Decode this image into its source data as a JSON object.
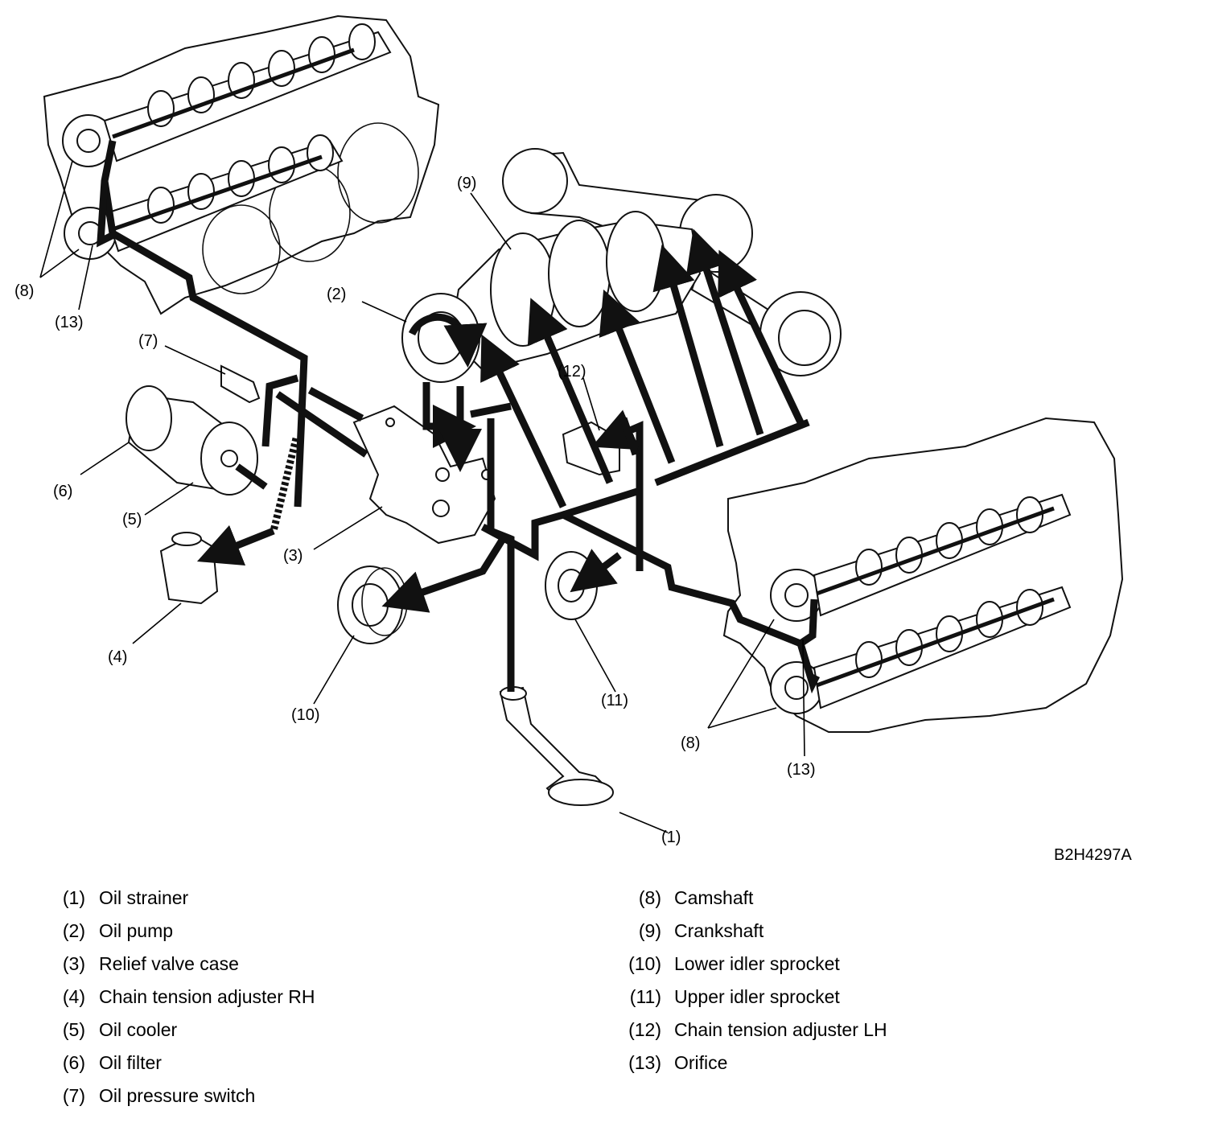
{
  "figure_code": "B2H4297A",
  "callouts": {
    "c1": "(1)",
    "c2": "(2)",
    "c3": "(3)",
    "c4": "(4)",
    "c5": "(5)",
    "c6": "(6)",
    "c7": "(7)",
    "c8_left": "(8)",
    "c8_right": "(8)",
    "c9": "(9)",
    "c10": "(10)",
    "c11": "(11)",
    "c12": "(12)",
    "c13_left": "(13)",
    "c13_right": "(13)"
  },
  "legend": {
    "left": [
      {
        "num": "(1)",
        "label": "Oil strainer"
      },
      {
        "num": "(2)",
        "label": "Oil pump"
      },
      {
        "num": "(3)",
        "label": "Relief valve case"
      },
      {
        "num": "(4)",
        "label": "Chain tension adjuster RH"
      },
      {
        "num": "(5)",
        "label": "Oil cooler"
      },
      {
        "num": "(6)",
        "label": "Oil filter"
      },
      {
        "num": "(7)",
        "label": "Oil pressure switch"
      }
    ],
    "right": [
      {
        "num": "(8)",
        "label": "Camshaft"
      },
      {
        "num": "(9)",
        "label": "Crankshaft"
      },
      {
        "num": "(10)",
        "label": "Lower idler sprocket"
      },
      {
        "num": "(11)",
        "label": "Upper idler sprocket"
      },
      {
        "num": "(12)",
        "label": "Chain tension adjuster LH"
      },
      {
        "num": "(13)",
        "label": "Orifice"
      }
    ]
  }
}
